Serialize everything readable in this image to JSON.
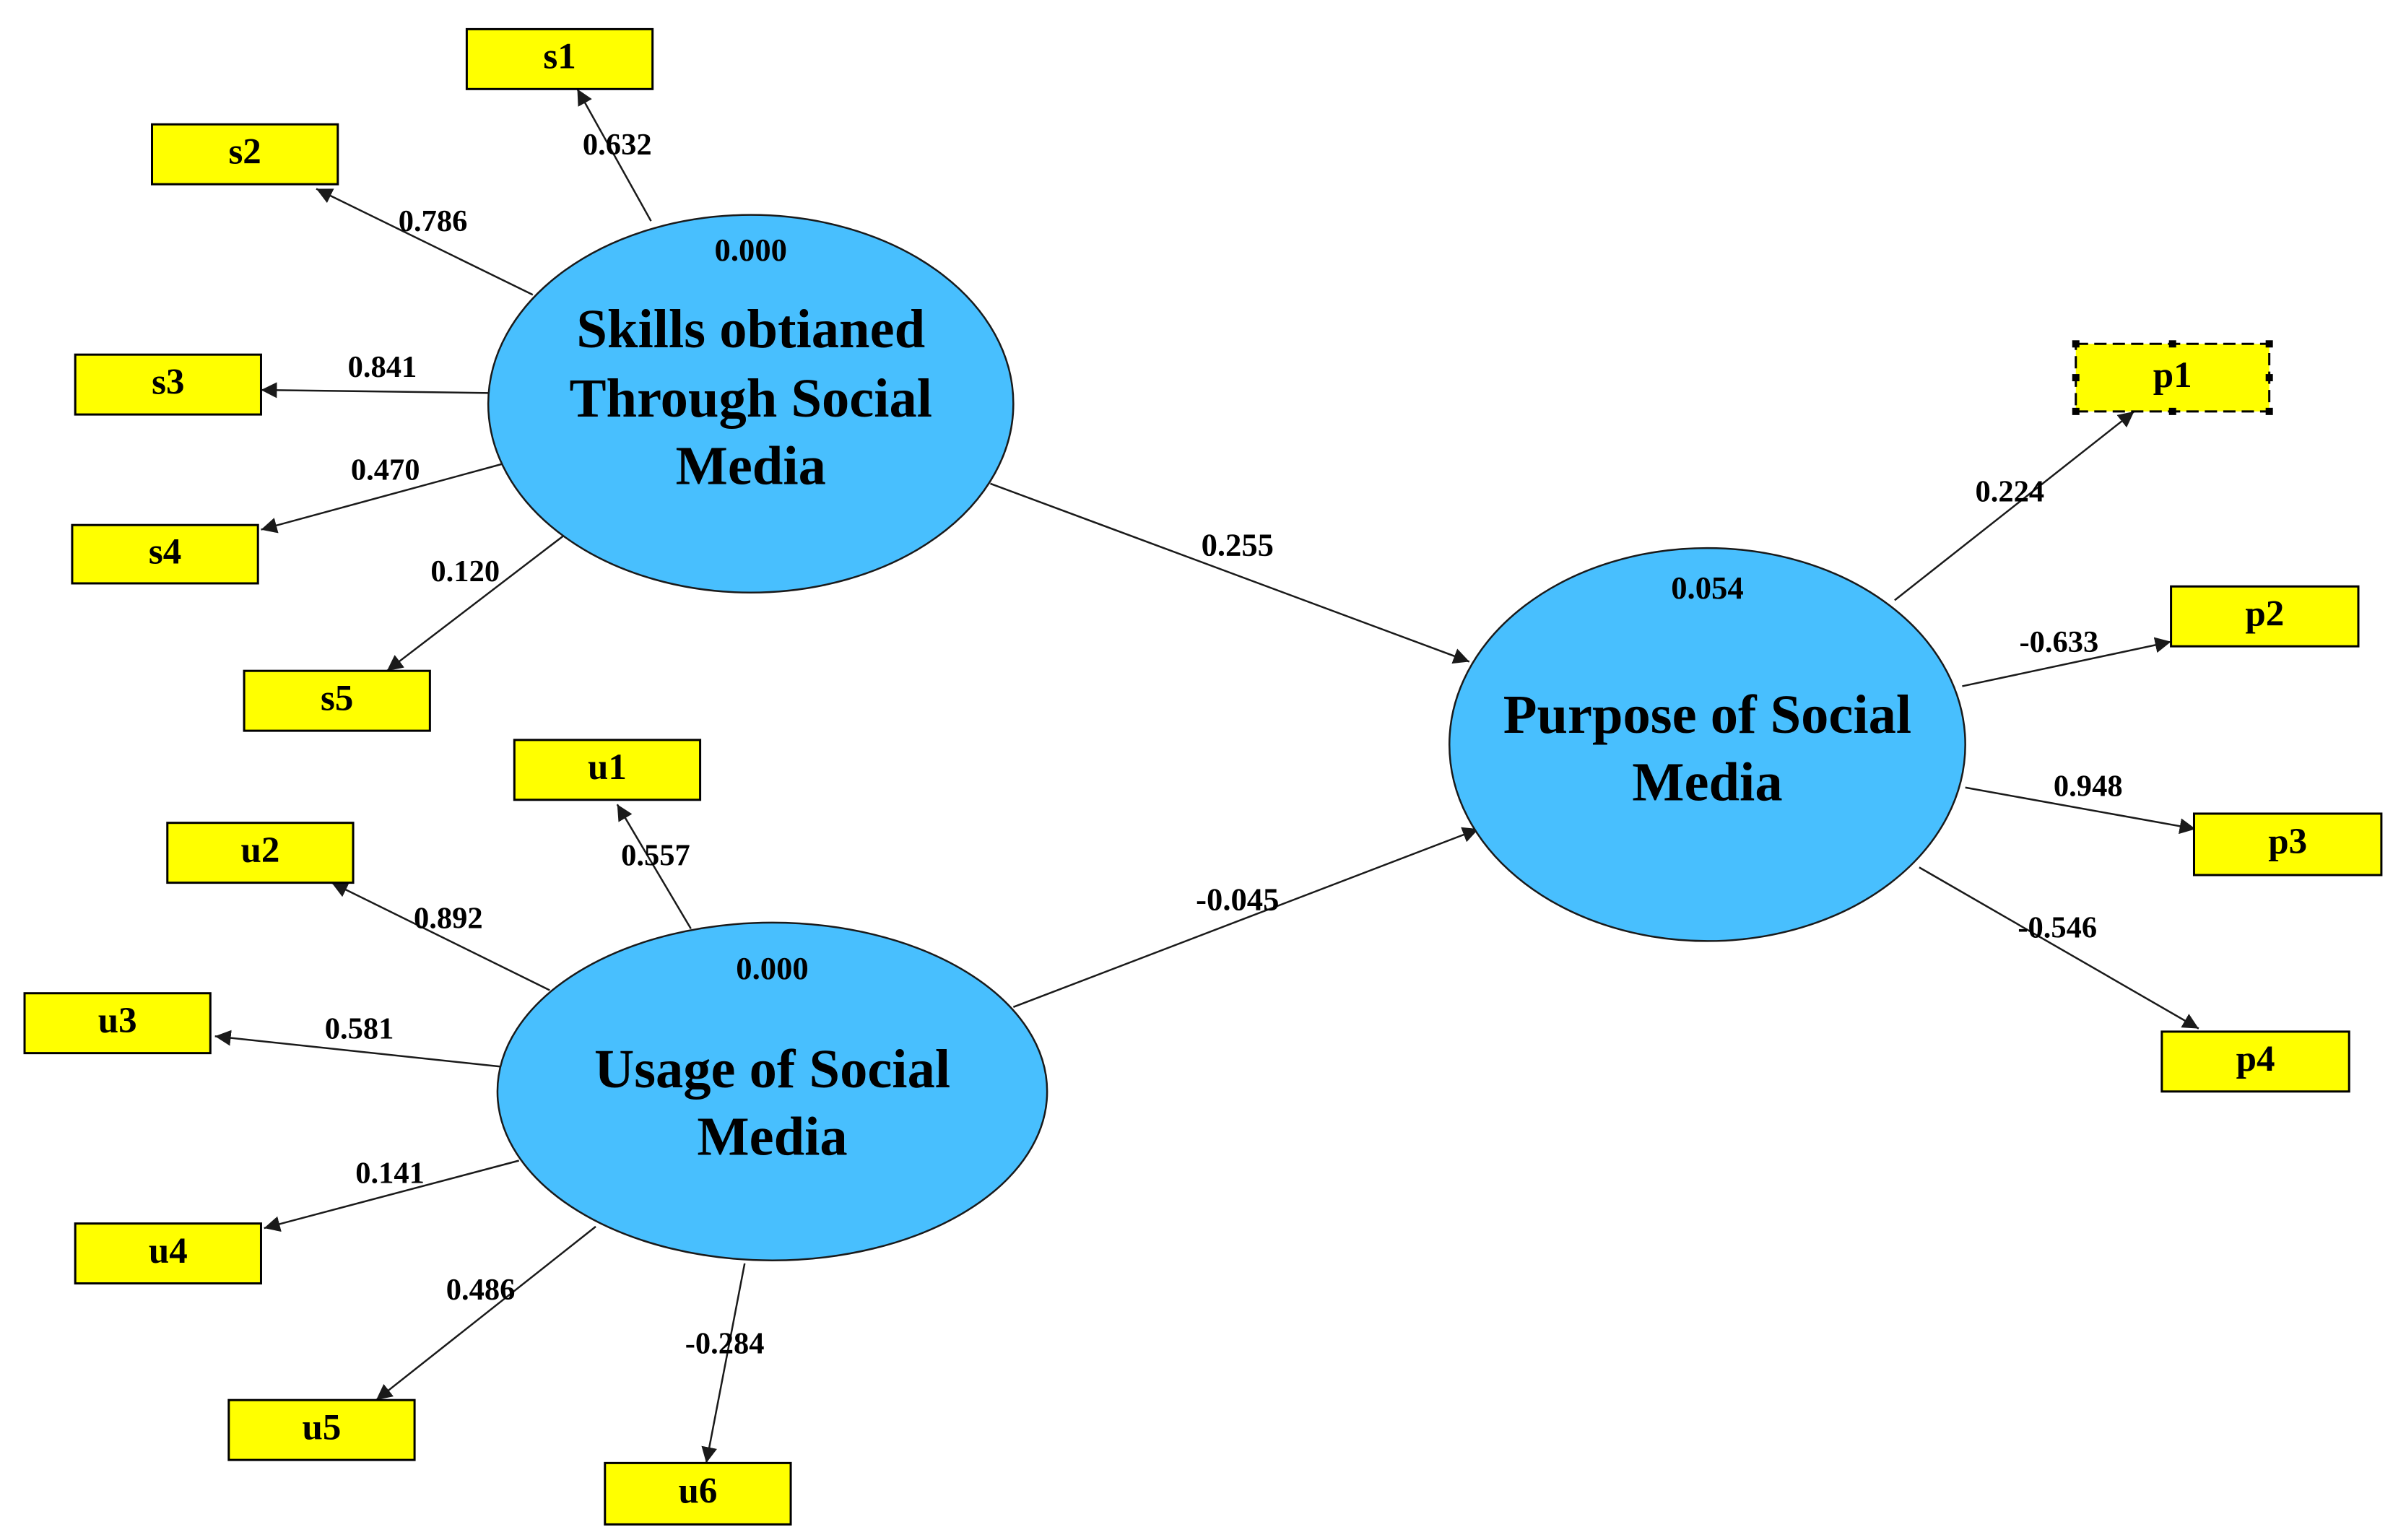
{
  "colors": {
    "latent_fill": "#48BFFE",
    "indicator_fill": "#FFFF00",
    "line": "#1a1a1a",
    "text": "#000000"
  },
  "latent_variables": {
    "skills": {
      "label_lines": [
        "Skills obtianed",
        "Through Social",
        "Media"
      ],
      "r_squared": "0.000"
    },
    "usage": {
      "label_lines": [
        "Usage of Social",
        "Media"
      ],
      "r_squared": "0.000"
    },
    "purpose": {
      "label_lines": [
        "Purpose of Social",
        "Media"
      ],
      "r_squared": "0.054"
    }
  },
  "indicators": [
    {
      "id": "s1",
      "latent": "skills",
      "loading": "0.632"
    },
    {
      "id": "s2",
      "latent": "skills",
      "loading": "0.786"
    },
    {
      "id": "s3",
      "latent": "skills",
      "loading": "0.841"
    },
    {
      "id": "s4",
      "latent": "skills",
      "loading": "0.470"
    },
    {
      "id": "s5",
      "latent": "skills",
      "loading": "0.120"
    },
    {
      "id": "u1",
      "latent": "usage",
      "loading": "0.557"
    },
    {
      "id": "u2",
      "latent": "usage",
      "loading": "0.892"
    },
    {
      "id": "u3",
      "latent": "usage",
      "loading": "0.581"
    },
    {
      "id": "u4",
      "latent": "usage",
      "loading": "0.141"
    },
    {
      "id": "u5",
      "latent": "usage",
      "loading": "0.486"
    },
    {
      "id": "u6",
      "latent": "usage",
      "loading": "-0.284"
    },
    {
      "id": "p1",
      "latent": "purpose",
      "loading": "0.224",
      "selected": true
    },
    {
      "id": "p2",
      "latent": "purpose",
      "loading": "-0.633"
    },
    {
      "id": "p3",
      "latent": "purpose",
      "loading": "0.948"
    },
    {
      "id": "p4",
      "latent": "purpose",
      "loading": "-0.546"
    }
  ],
  "structural_paths": [
    {
      "from": "skills",
      "to": "purpose",
      "coefficient": "0.255"
    },
    {
      "from": "usage",
      "to": "purpose",
      "coefficient": "-0.045"
    }
  ]
}
